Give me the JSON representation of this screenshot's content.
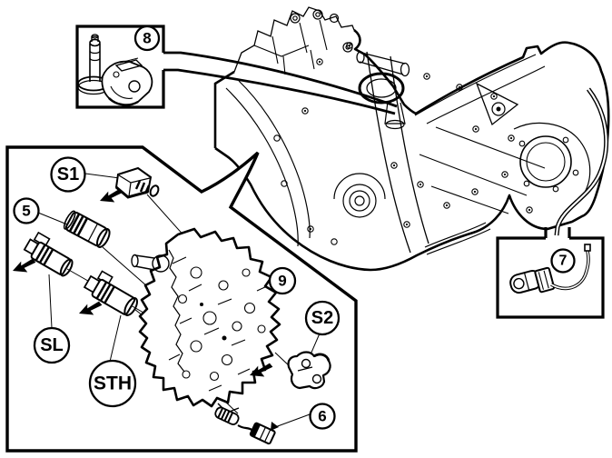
{
  "figure": {
    "type": "exploded-parts-diagram",
    "background_color": "#ffffff",
    "line_color": "#000000"
  },
  "callouts": {
    "c8": "8",
    "s1": "S1",
    "c5": "5",
    "sl": "SL",
    "sth": "STH",
    "c9": "9",
    "s2": "S2",
    "c6": "6",
    "c7": "7"
  }
}
